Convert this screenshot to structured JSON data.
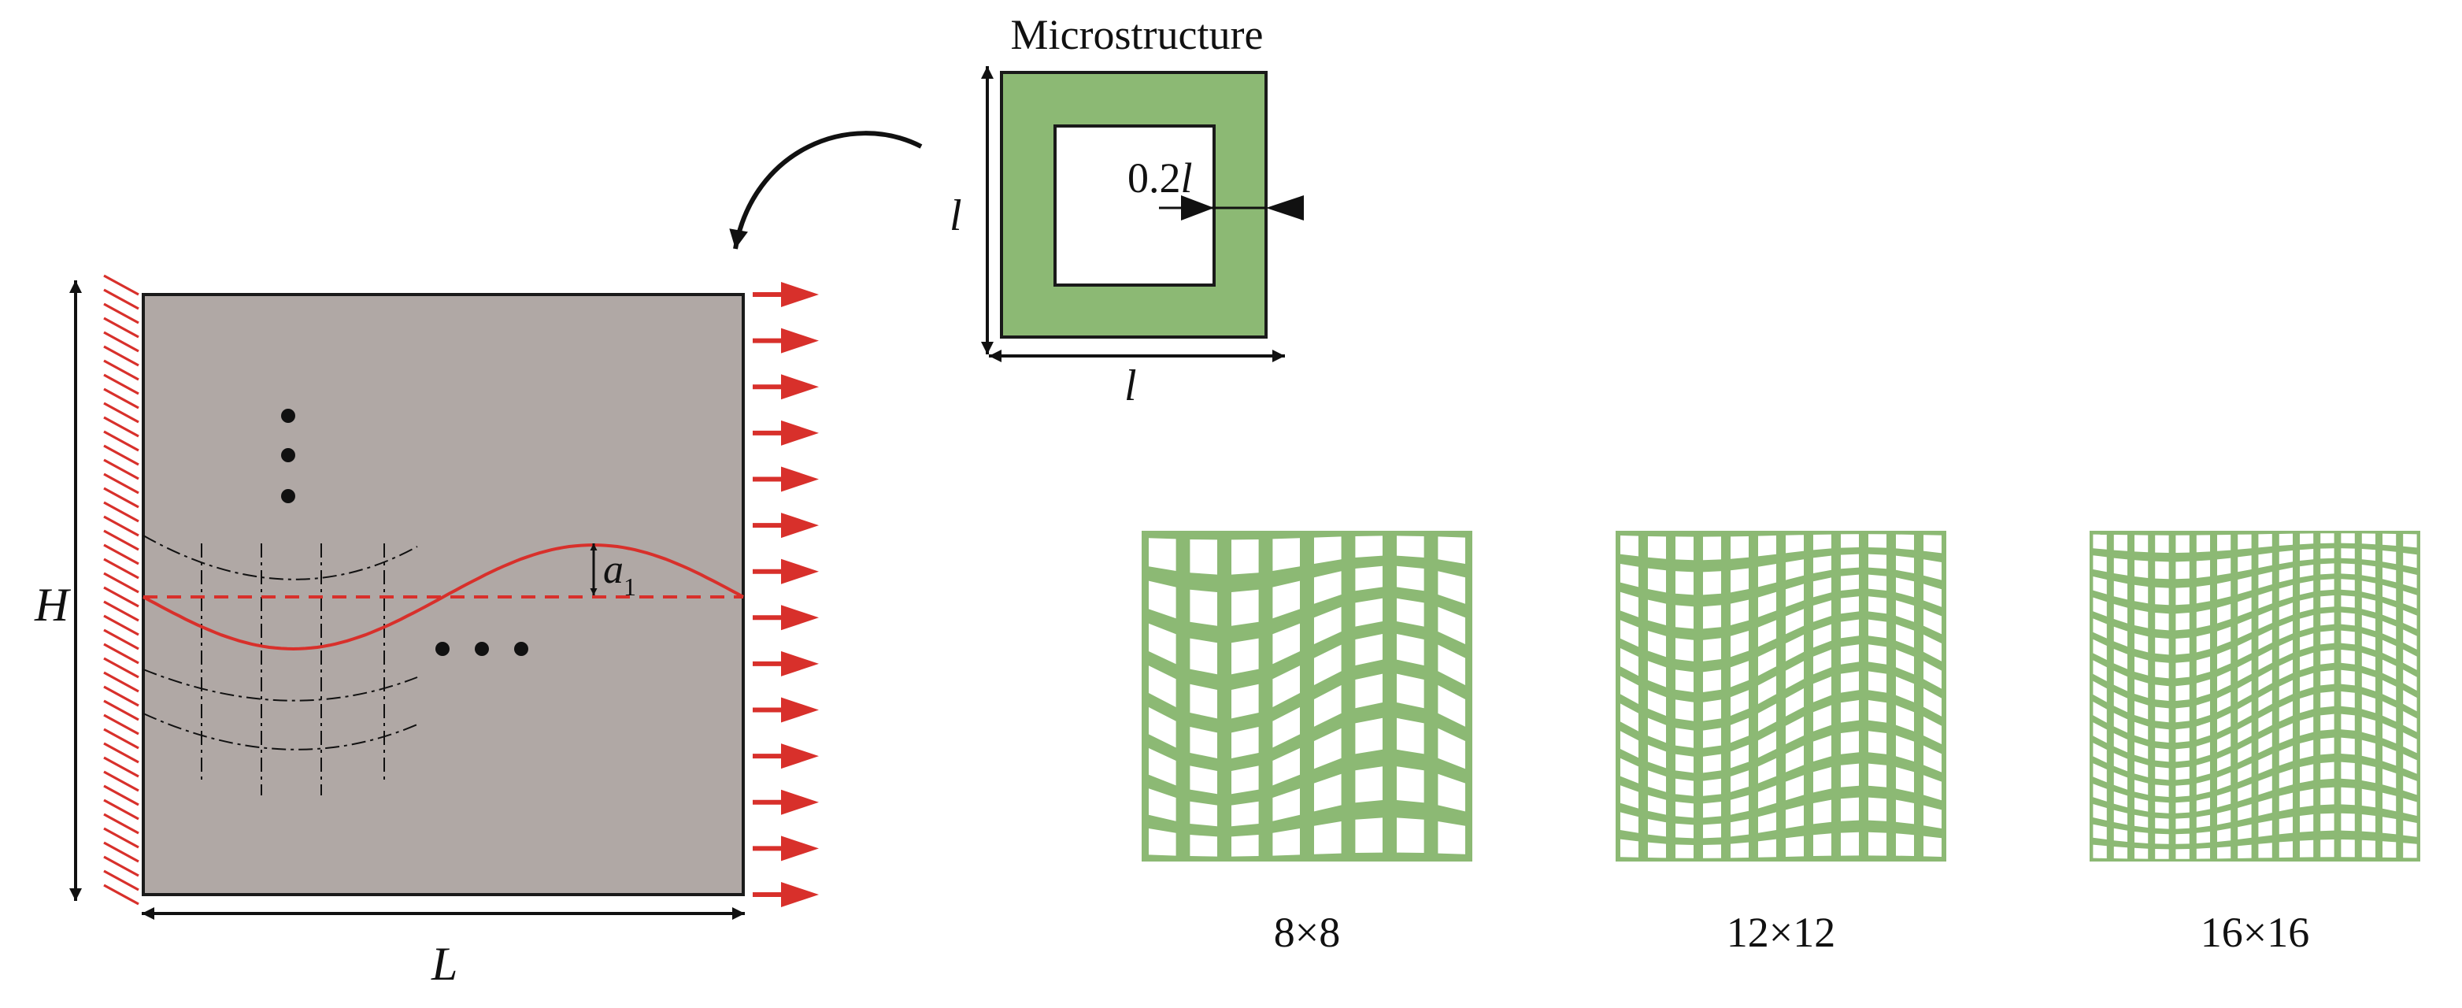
{
  "panel": {
    "height_label": "H",
    "length_label": "L",
    "amplitude_label": "a",
    "amplitude_subscript": "1",
    "load_arrow_count": 14
  },
  "microstructure": {
    "title": "Microstructure",
    "side_label_vertical": "l",
    "side_label_horizontal": "l",
    "wall_label_number": "0.2",
    "wall_label_unit": "l"
  },
  "lattices": [
    {
      "label": "8×8",
      "n": 8
    },
    {
      "label": "12×12",
      "n": 12
    },
    {
      "label": "16×16",
      "n": 16
    }
  ],
  "colors": {
    "panel_fill": "#b0a8a5",
    "load_red": "#d8302b",
    "lattice_green": "#8cb974",
    "outline": "#1a1a1a"
  }
}
